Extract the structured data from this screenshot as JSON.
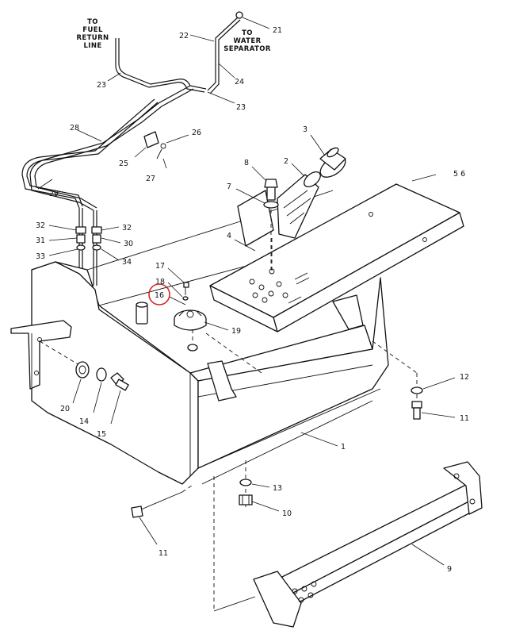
{
  "diagram": {
    "callouts": [
      {
        "id": "to-fuel-return",
        "lines": [
          "TO",
          "FUEL",
          "RETURN",
          "LINE"
        ]
      },
      {
        "id": "to-water-separator",
        "lines": [
          "TO",
          "WATER",
          "SEPARATOR"
        ]
      }
    ],
    "labels": {
      "n1": "1",
      "n2": "2",
      "n3": "3",
      "n4": "4",
      "n5_6": "5 6",
      "n7": "7",
      "n8": "8",
      "n9": "9",
      "n10": "10",
      "n11a": "11",
      "n11b": "11",
      "n12": "12",
      "n13": "13",
      "n14": "14",
      "n15": "15",
      "n16": "16",
      "n17": "17",
      "n18": "18",
      "n19": "19",
      "n20": "20",
      "n21": "21",
      "n22": "22",
      "n23a": "23",
      "n23b": "23",
      "n24": "24",
      "n25": "25",
      "n26": "26",
      "n27": "27",
      "n28": "28",
      "n29": "29",
      "n30": "30",
      "n31": "31",
      "n32a": "32",
      "n32b": "32",
      "n33": "33",
      "n34": "34"
    },
    "highlight": {
      "label": "16",
      "color": "#d42a2a"
    }
  }
}
